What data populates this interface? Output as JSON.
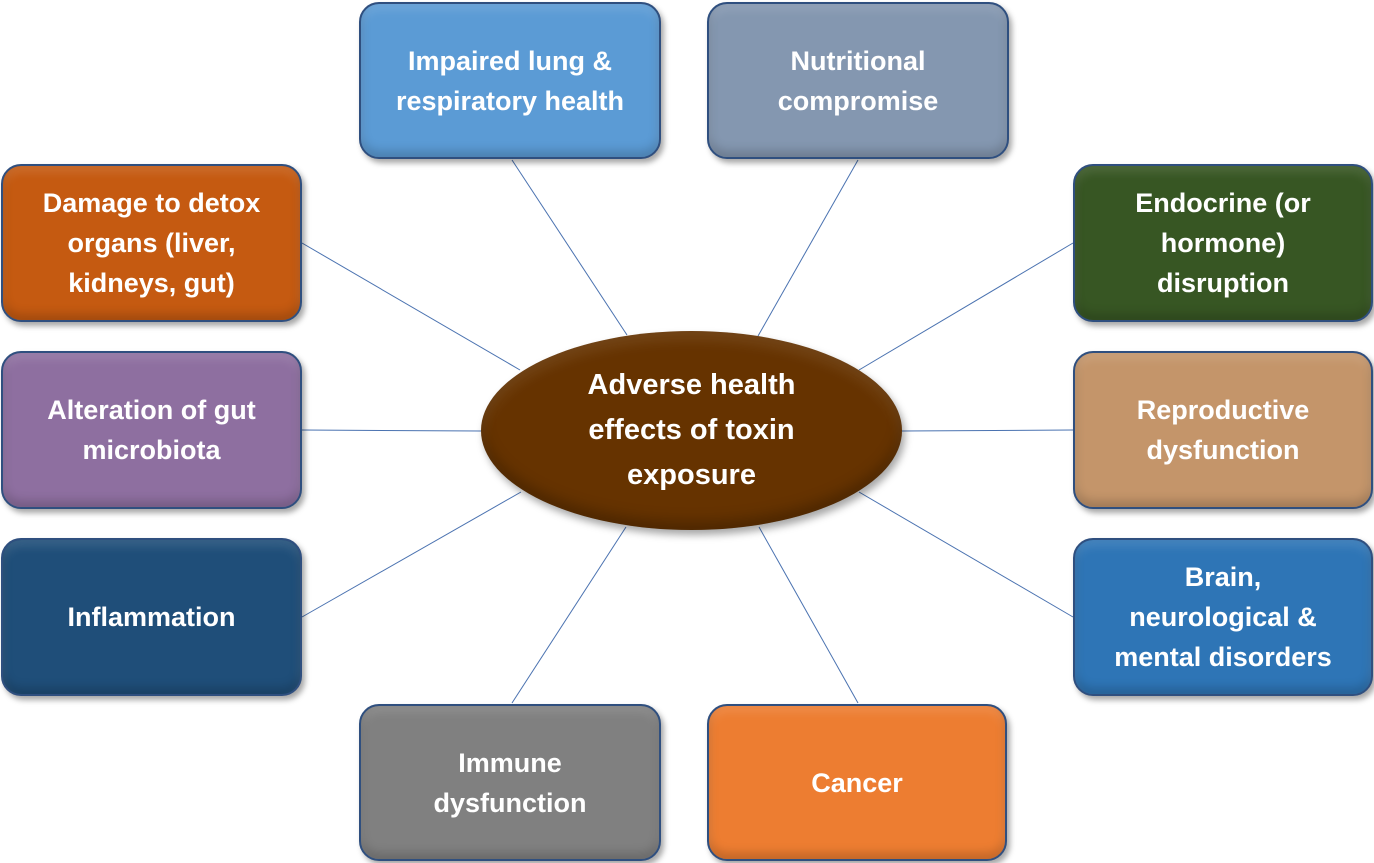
{
  "diagram": {
    "center": {
      "lines": [
        "Adverse health",
        "effects of toxin",
        "exposure"
      ],
      "color": "#663300"
    },
    "nodes": [
      {
        "id": "lung",
        "lines": [
          "Impaired lung &",
          "respiratory health"
        ],
        "color": "#5b9bd5"
      },
      {
        "id": "nutrition",
        "lines": [
          "Nutritional",
          "compromise"
        ],
        "color": "#8497b0"
      },
      {
        "id": "detox",
        "lines": [
          "Damage to detox",
          "organs (liver,",
          "kidneys, gut)"
        ],
        "color": "#c55a11"
      },
      {
        "id": "endocrine",
        "lines": [
          "Endocrine (or",
          "hormone)",
          "disruption"
        ],
        "color": "#375623"
      },
      {
        "id": "gut",
        "lines": [
          "Alteration of gut",
          "microbiota"
        ],
        "color": "#8e6fa0"
      },
      {
        "id": "reproductive",
        "lines": [
          "Reproductive",
          "dysfunction"
        ],
        "color": "#c4956a"
      },
      {
        "id": "inflammation",
        "lines": [
          "Inflammation"
        ],
        "color": "#1f4e79"
      },
      {
        "id": "brain",
        "lines": [
          "Brain,",
          "neurological &",
          "mental disorders"
        ],
        "color": "#2e75b6"
      },
      {
        "id": "immune",
        "lines": [
          "Immune",
          "dysfunction"
        ],
        "color": "#808080"
      },
      {
        "id": "cancer",
        "lines": [
          "Cancer"
        ],
        "color": "#ed7d31"
      }
    ]
  }
}
